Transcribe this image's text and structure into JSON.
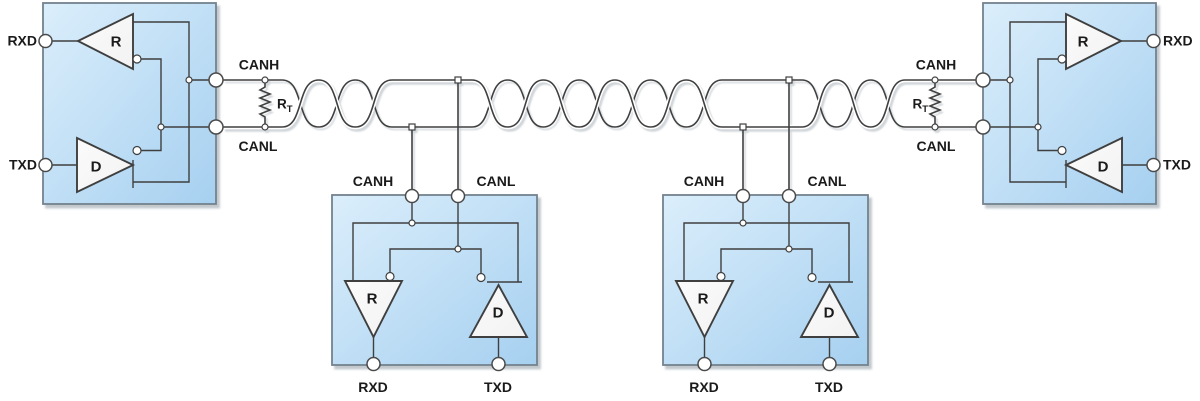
{
  "colors": {
    "background": "#ffffff",
    "node_fill_top": "#dbeefb",
    "node_fill_bottom": "#a6d0f0",
    "node_border": "#73828e",
    "wire": "#3f3f3f",
    "gate_fill": "#f2f2f2",
    "pin_fill": "#ffffff",
    "text": "#1a1a1a"
  },
  "left_node": {
    "rxd_label": "RXD",
    "txd_label": "TXD",
    "receiver_label": "R",
    "driver_label": "D"
  },
  "left_termination": {
    "canh_label": "CANH",
    "canl_label": "CANL",
    "resistor_label": "R",
    "resistor_subscript": "T"
  },
  "stub_node_1": {
    "canh_label": "CANH",
    "canl_label": "CANL",
    "receiver_label": "R",
    "driver_label": "D",
    "rxd_label": "RXD",
    "txd_label": "TXD"
  },
  "stub_node_2": {
    "canh_label": "CANH",
    "canl_label": "CANL",
    "receiver_label": "R",
    "driver_label": "D",
    "rxd_label": "RXD",
    "txd_label": "TXD"
  },
  "right_termination": {
    "canh_label": "CANH",
    "canl_label": "CANL",
    "resistor_label": "R",
    "resistor_subscript": "T"
  },
  "right_node": {
    "rxd_label": "RXD",
    "txd_label": "TXD",
    "receiver_label": "R",
    "driver_label": "D"
  }
}
